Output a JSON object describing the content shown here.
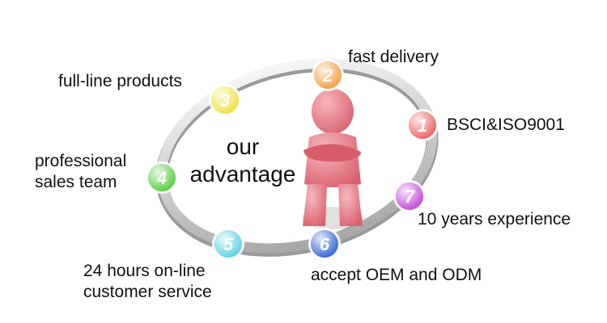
{
  "center_title": "our\nadvantage",
  "items": [
    {
      "number": "1",
      "label": "BSCI&ISO9001",
      "color": "#f06a6a"
    },
    {
      "number": "2",
      "label": "fast delivery",
      "color": "#f3a64a"
    },
    {
      "number": "3",
      "label": "full-line products",
      "color": "#f2e24a"
    },
    {
      "number": "4",
      "label": "professional\nsales team",
      "color": "#62d04a"
    },
    {
      "number": "5",
      "label": "24 hours on-line\ncustomer service",
      "color": "#66d2e8"
    },
    {
      "number": "6",
      "label": "accept OEM and ODM",
      "color": "#3e6fd6"
    },
    {
      "number": "7",
      "label": "10 years experience",
      "color": "#c652d9"
    }
  ],
  "figure_color": "#ef8a93"
}
